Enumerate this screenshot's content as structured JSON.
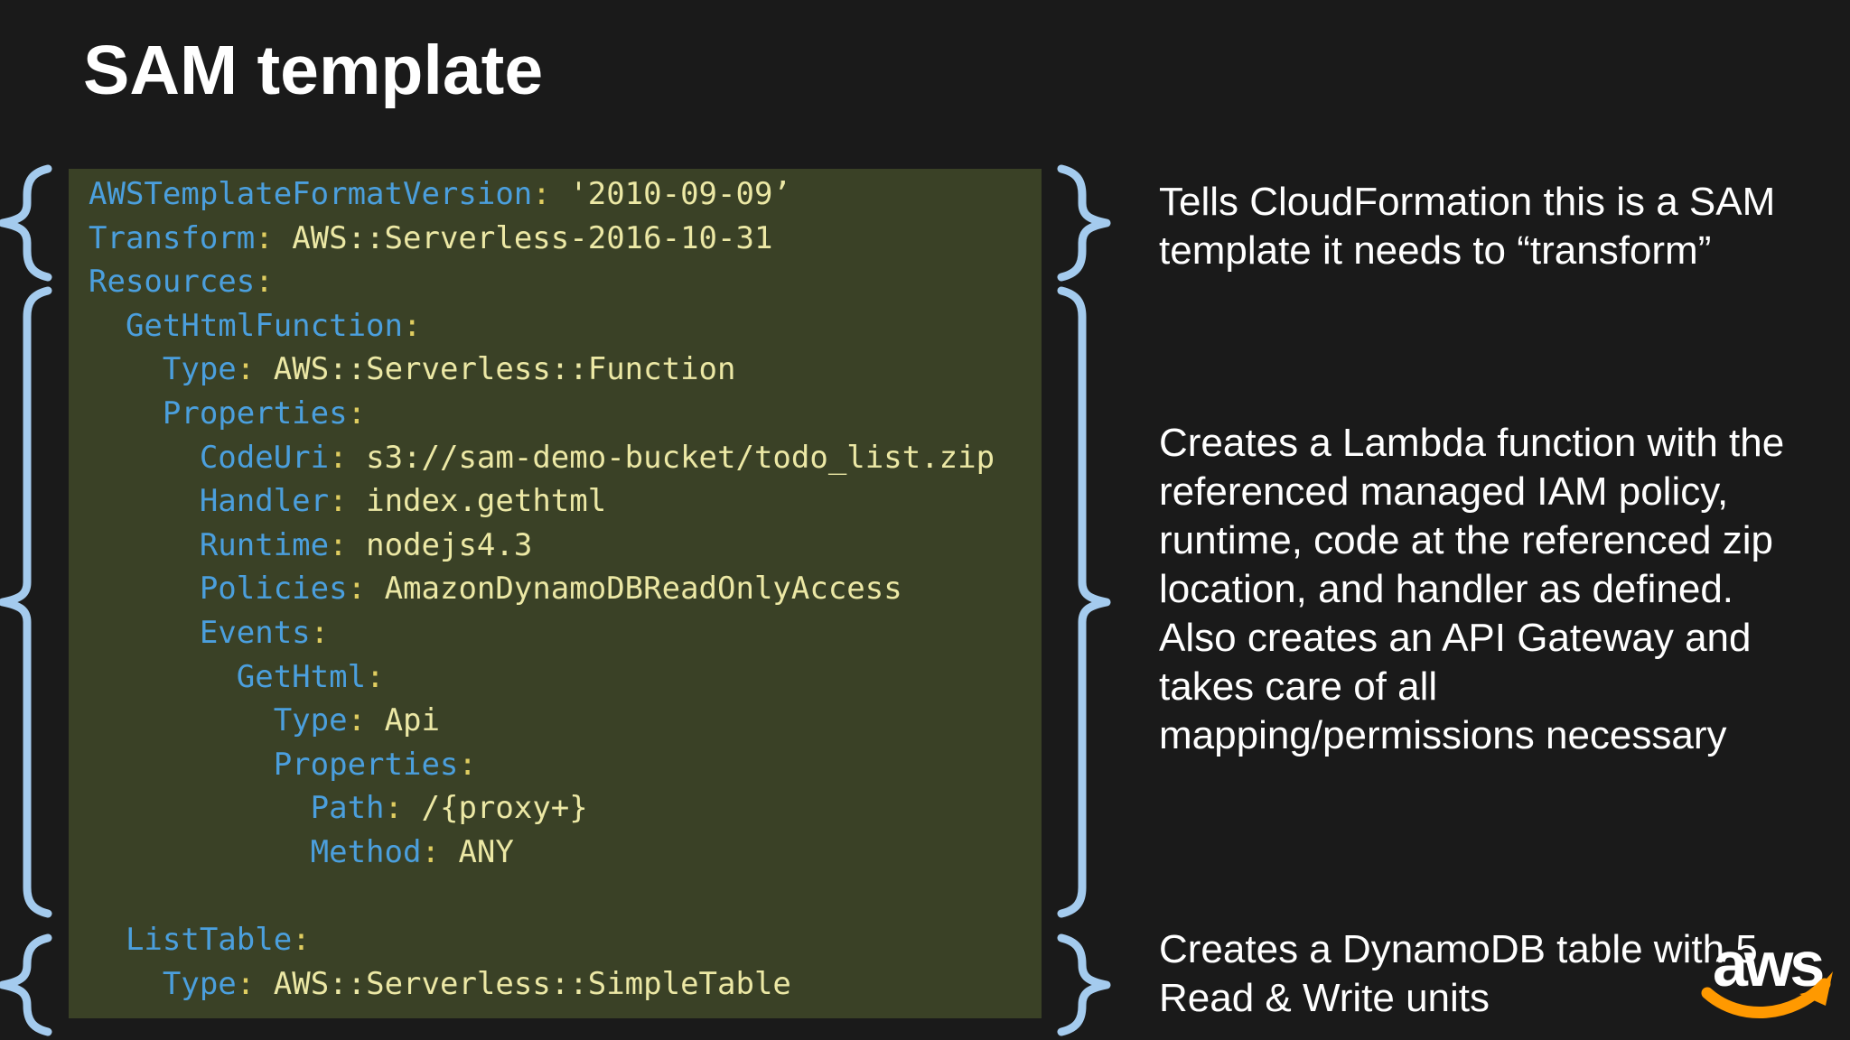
{
  "slide": {
    "title": "SAM template",
    "background": "#1a1a1a"
  },
  "colors": {
    "background": "#1a1a1a",
    "code_background": "#3a4126",
    "key": "#4b9fdd",
    "colon": "#e0cd60",
    "value": "#ece8a5",
    "brace": "#a4cbee",
    "annotation_text": "#ffffff",
    "logo_smile": "#ff9900"
  },
  "code_block": {
    "language": "yaml",
    "lines": [
      {
        "indent": 0,
        "key": "AWSTemplateFormatVersion",
        "value": "'2010-09-09’"
      },
      {
        "indent": 0,
        "key": "Transform",
        "value": "AWS::Serverless-2016-10-31"
      },
      {
        "indent": 0,
        "key": "Resources",
        "value": ""
      },
      {
        "indent": 1,
        "key": "GetHtmlFunction",
        "value": ""
      },
      {
        "indent": 2,
        "key": "Type",
        "value": "AWS::Serverless::Function"
      },
      {
        "indent": 2,
        "key": "Properties",
        "value": ""
      },
      {
        "indent": 3,
        "key": "CodeUri",
        "value": "s3://sam-demo-bucket/todo_list.zip"
      },
      {
        "indent": 3,
        "key": "Handler",
        "value": "index.gethtml"
      },
      {
        "indent": 3,
        "key": "Runtime",
        "value": "nodejs4.3"
      },
      {
        "indent": 3,
        "key": "Policies",
        "value": "AmazonDynamoDBReadOnlyAccess"
      },
      {
        "indent": 3,
        "key": "Events",
        "value": ""
      },
      {
        "indent": 4,
        "key": "GetHtml",
        "value": ""
      },
      {
        "indent": 5,
        "key": "Type",
        "value": "Api"
      },
      {
        "indent": 5,
        "key": "Properties",
        "value": ""
      },
      {
        "indent": 6,
        "key": "Path",
        "value": "/{proxy+}"
      },
      {
        "indent": 6,
        "key": "Method",
        "value": "ANY"
      },
      {
        "blank": true
      },
      {
        "indent": 1,
        "key": "ListTable",
        "value": ""
      },
      {
        "indent": 2,
        "key": "Type",
        "value": "AWS::Serverless::SimpleTable"
      }
    ]
  },
  "annotations": [
    {
      "id": "transform-note",
      "lines": [
        "Tells CloudFormation this is a SAM",
        "template it needs to “transform”"
      ]
    },
    {
      "id": "lambda-note",
      "lines": [
        "Creates a Lambda function with the",
        "referenced managed IAM policy,",
        "runtime, code at the referenced zip",
        "location, and handler as defined.",
        "Also creates an API Gateway and",
        "takes care of all",
        "mapping/permissions necessary"
      ]
    },
    {
      "id": "dynamodb-note",
      "lines": [
        "Creates a DynamoDB table with 5",
        "Read & Write units"
      ]
    }
  ],
  "logo": {
    "text": "aws",
    "smile_color": "#ff9900"
  }
}
